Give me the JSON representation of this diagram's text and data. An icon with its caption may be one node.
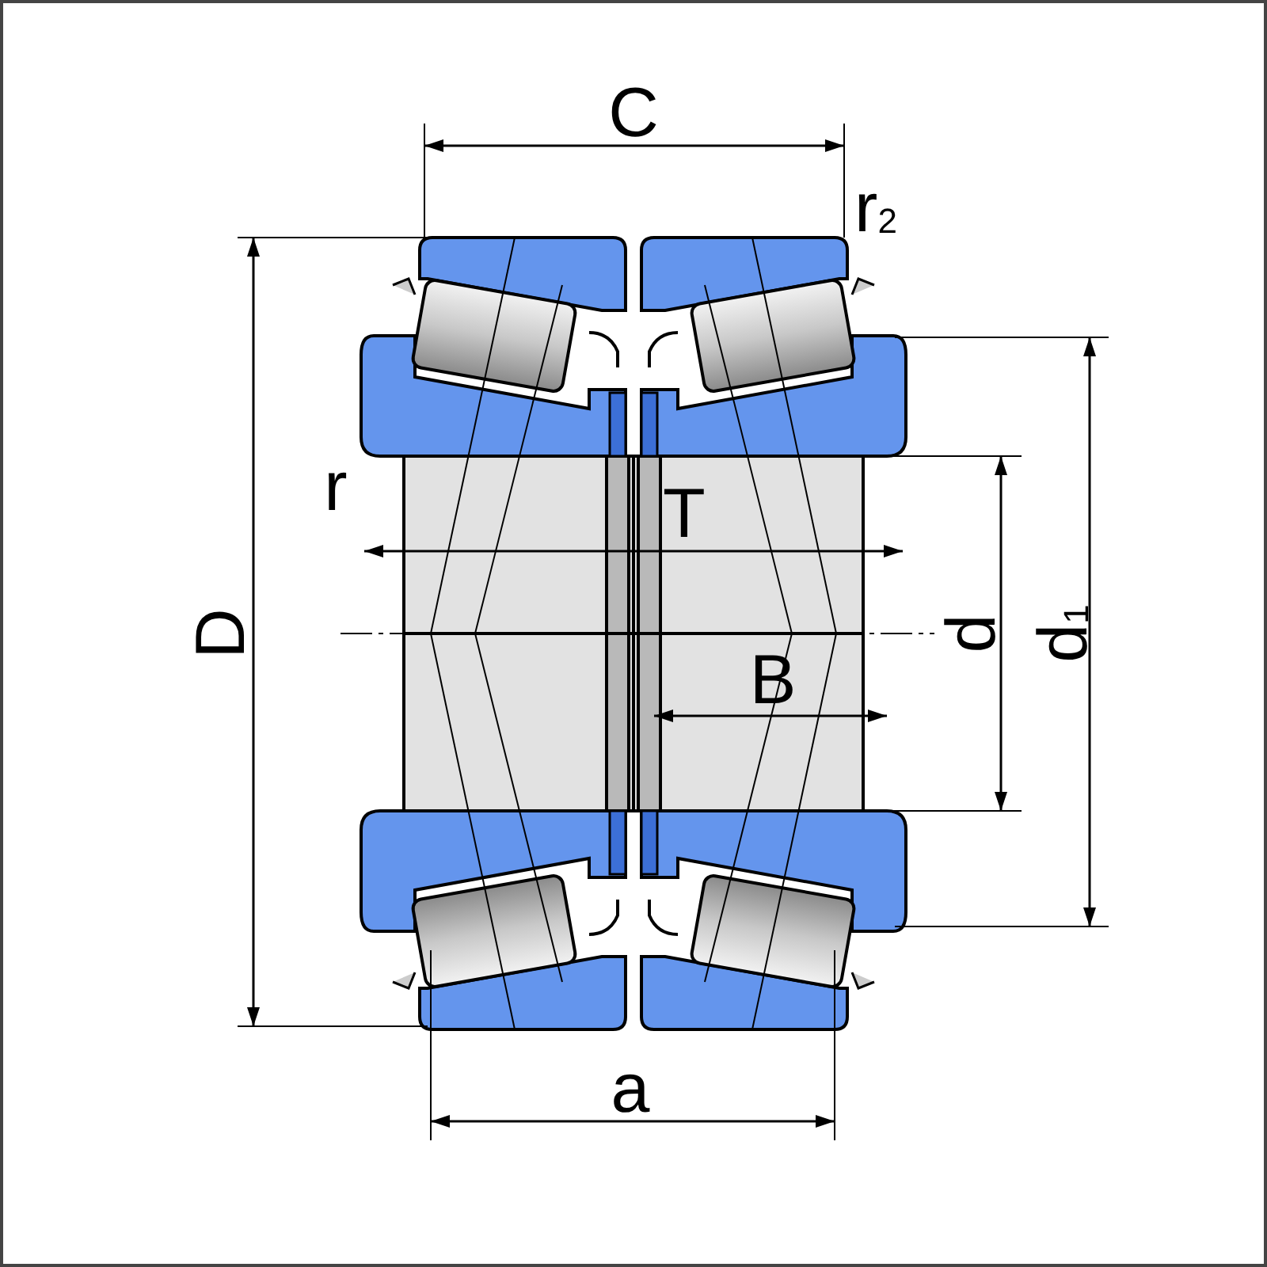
{
  "diagram": {
    "labels": [
      "C",
      "r$_{2}$",
      "D",
      "r",
      "T",
      "d",
      "d$_{1}$",
      "B",
      "a"
    ]
  }
}
